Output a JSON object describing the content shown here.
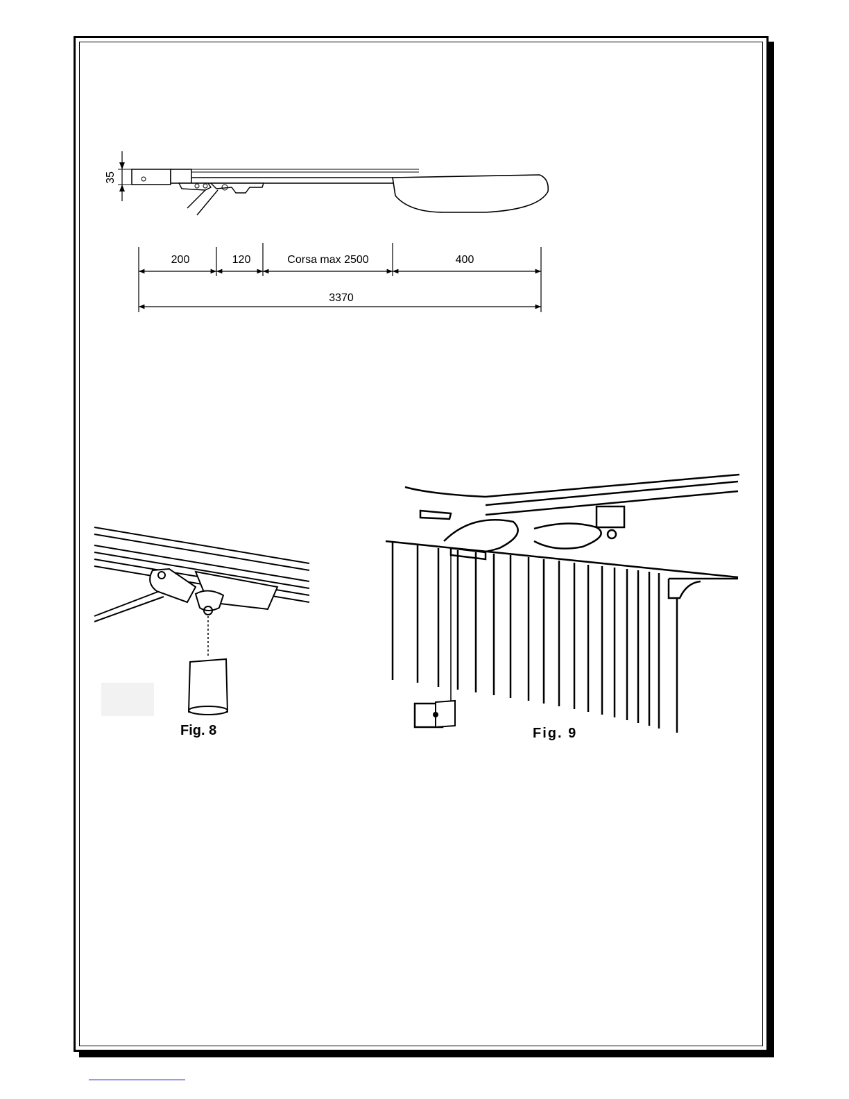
{
  "drawing": {
    "height_dim": "35",
    "segments": [
      "200",
      "120",
      "Corsa max 2500",
      "400"
    ],
    "total": "3370"
  },
  "figures": {
    "fig8": {
      "label": "Fig. 8"
    },
    "fig9": {
      "label": "Fig. 9"
    }
  }
}
